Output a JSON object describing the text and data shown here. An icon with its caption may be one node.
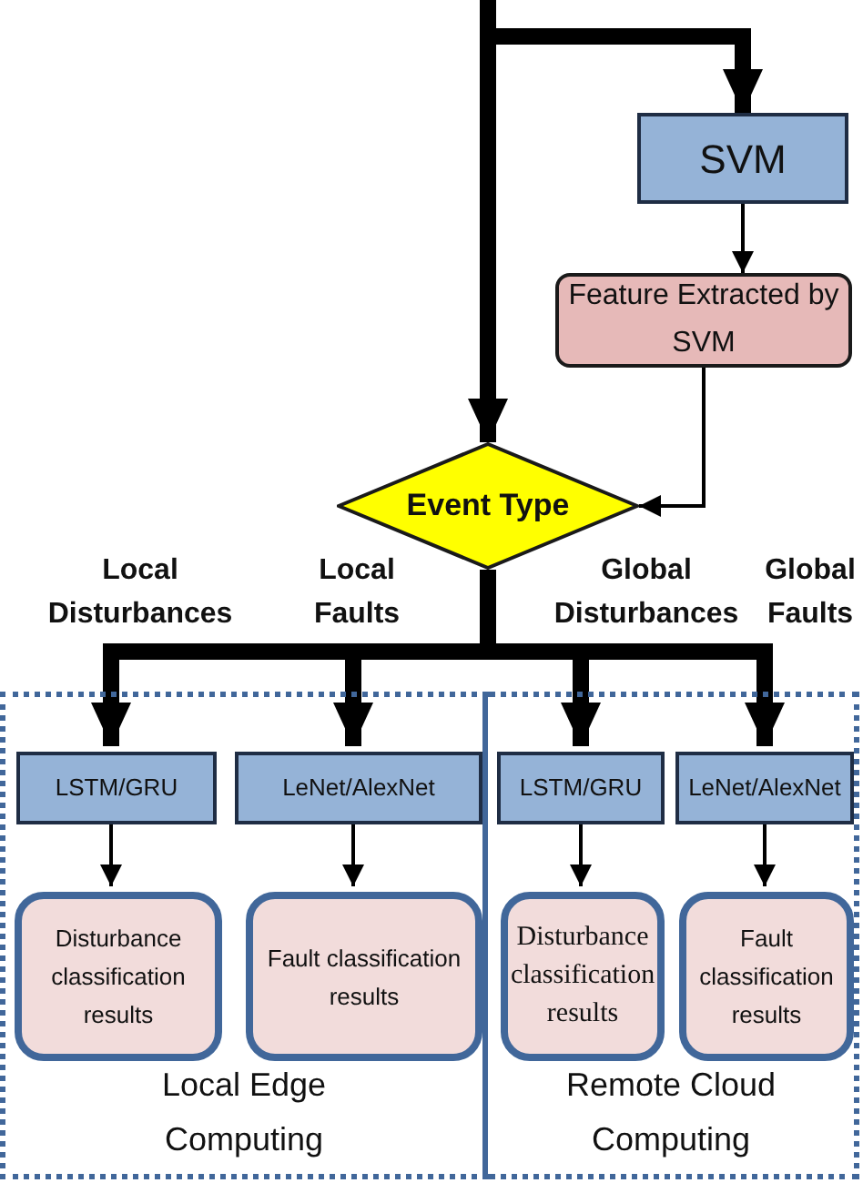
{
  "diagram": {
    "nodes": [
      {
        "text": [
          "SVM"
        ]
      },
      {
        "text": [
          "Feature Extracted by SVM"
        ]
      },
      {
        "text": [
          "Event Type"
        ]
      },
      {
        "text": [
          "Local Edge Computing"
        ]
      },
      {
        "text": [
          "LSTM/GRU"
        ],
        "in": 3
      },
      {
        "text": [
          "LeNet/AlexNet"
        ],
        "in": 3
      },
      {
        "text": [
          "Disturbance classification results"
        ],
        "in": 3
      },
      {
        "text": [
          "Fault classification results"
        ],
        "in": 3
      },
      {
        "text": [
          "Remote Cloud Computing"
        ]
      },
      {
        "text": [
          "LSTM/GRU"
        ],
        "in": 8
      },
      {
        "text": [
          "LeNet/AlexNet"
        ],
        "in": 8
      },
      {
        "text": [
          "Disturbance classification results"
        ],
        "in": 8
      },
      {
        "text": [
          "Fault classification results"
        ],
        "in": 8
      }
    ],
    "edges": [
      {
        "from": null,
        "to": 0,
        "arrow": "to",
        "style": "thick"
      },
      {
        "from": null,
        "to": 2,
        "arrow": "to",
        "style": "thick"
      },
      {
        "from": 0,
        "to": 1,
        "arrow": "to"
      },
      {
        "from": 1,
        "to": 2,
        "arrow": "to"
      },
      {
        "from": 2,
        "to": 4,
        "arrow": "to",
        "style": "thick",
        "label": "Local Disturbances"
      },
      {
        "from": 2,
        "to": 5,
        "arrow": "to",
        "style": "thick",
        "label": "Local Faults"
      },
      {
        "from": 2,
        "to": 9,
        "arrow": "to",
        "style": "thick",
        "label": "Global Disturbances"
      },
      {
        "from": 2,
        "to": 10,
        "arrow": "to",
        "style": "thick",
        "label": "Global Faults"
      },
      {
        "from": 4,
        "to": 6,
        "arrow": "to"
      },
      {
        "from": 5,
        "to": 7,
        "arrow": "to"
      },
      {
        "from": 9,
        "to": 11,
        "arrow": "to"
      },
      {
        "from": 10,
        "to": 12,
        "arrow": "to"
      }
    ]
  }
}
